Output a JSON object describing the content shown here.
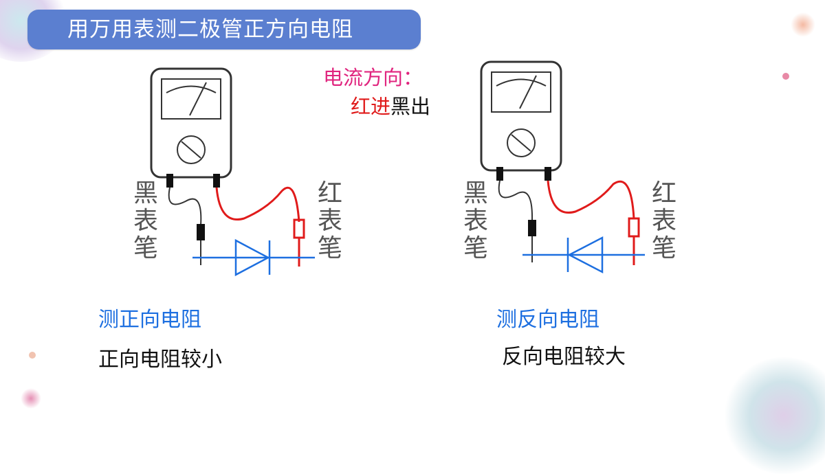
{
  "title": "用万用表测二极管正方向电阻",
  "current_note": {
    "line1": "电流方向：",
    "red_in": "红进",
    "black_out": "黑出"
  },
  "probe_labels": {
    "black": "黑表笔",
    "red": "红表笔"
  },
  "left_figure": {
    "caption": "测正向电阻",
    "result": "正向电阻较小"
  },
  "right_figure": {
    "caption": "测反向电阻",
    "result": "反向电阻较大"
  },
  "colors": {
    "title_bg": "#5b7fd0",
    "note_magenta": "#e0247e",
    "probe_red": "#e01b1b",
    "diode_blue": "#1d6fe0",
    "caption_blue": "#1d6fe0"
  },
  "icons": [
    "multimeter-icon",
    "diode-forward-icon",
    "diode-reverse-icon"
  ]
}
